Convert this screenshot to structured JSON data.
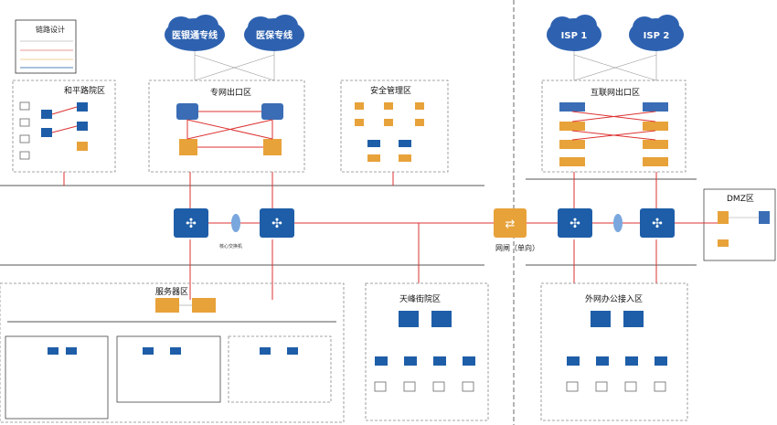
{
  "legend": {
    "title": "链路设计"
  },
  "clouds": {
    "yibaotong": "医银通专线",
    "yibao": "医保专线",
    "isp1": "ISP 1",
    "isp2": "ISP 2"
  },
  "zones": {
    "heping": "和平路院区",
    "private_exit": "专网出口区",
    "security": "安全管理区",
    "internet_exit": "互联网出口区",
    "dmz": "DMZ区",
    "server": "服务器区",
    "tianfeng": "天峰街院区",
    "outer_office": "外网办公接入区"
  },
  "labels": {
    "gateway": "网闸（单向）",
    "core_sw": "核心交换机"
  }
}
